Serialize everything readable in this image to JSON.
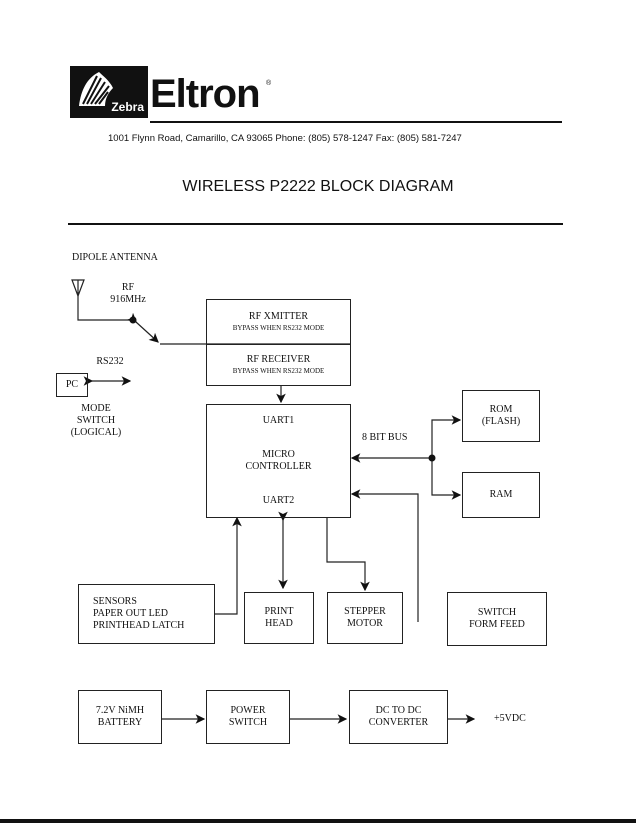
{
  "header": {
    "logo_text": "Zebra",
    "brand": "Eltron",
    "registered_mark": "®",
    "address": "1001 Flynn Road, Camarillo, CA  93065    Phone: (805) 578-1247  Fax: (805) 581-7247",
    "title": "WIRELESS P2222 BLOCK DIAGRAM"
  },
  "diagram": {
    "antenna_label": "DIPOLE ANTENNA",
    "rf_label": "RF",
    "rf_freq": "916MHz",
    "rs232_label": "RS232",
    "pc_label": "PC",
    "mode_switch": [
      "MODE",
      "SWITCH",
      "(LOGICAL)"
    ],
    "rf_xmitter": {
      "title": "RF XMITTER",
      "note": "BYPASS WHEN RS232 MODE"
    },
    "rf_receiver": {
      "title": "RF RECEIVER",
      "note": "BYPASS WHEN RS232 MODE"
    },
    "mcu": {
      "uart1": "UART1",
      "line1": "MICRO",
      "line2": "CONTROLLER",
      "uart2": "UART2"
    },
    "bus_label": "8 BIT BUS",
    "rom": [
      "ROM",
      "(FLASH)"
    ],
    "ram": "RAM",
    "sensors": [
      "SENSORS",
      "PAPER OUT LED",
      "PRINTHEAD LATCH"
    ],
    "print_head": [
      "PRINT",
      "HEAD"
    ],
    "stepper_motor": [
      "STEPPER",
      "MOTOR"
    ],
    "switch_form_feed": [
      "SWITCH",
      "FORM FEED"
    ],
    "battery": [
      "7.2V NiMH",
      "BATTERY"
    ],
    "power_switch": [
      "POWER",
      "SWITCH"
    ],
    "dc_converter": [
      "DC TO DC",
      "CONVERTER"
    ],
    "output_label": "+5VDC"
  }
}
